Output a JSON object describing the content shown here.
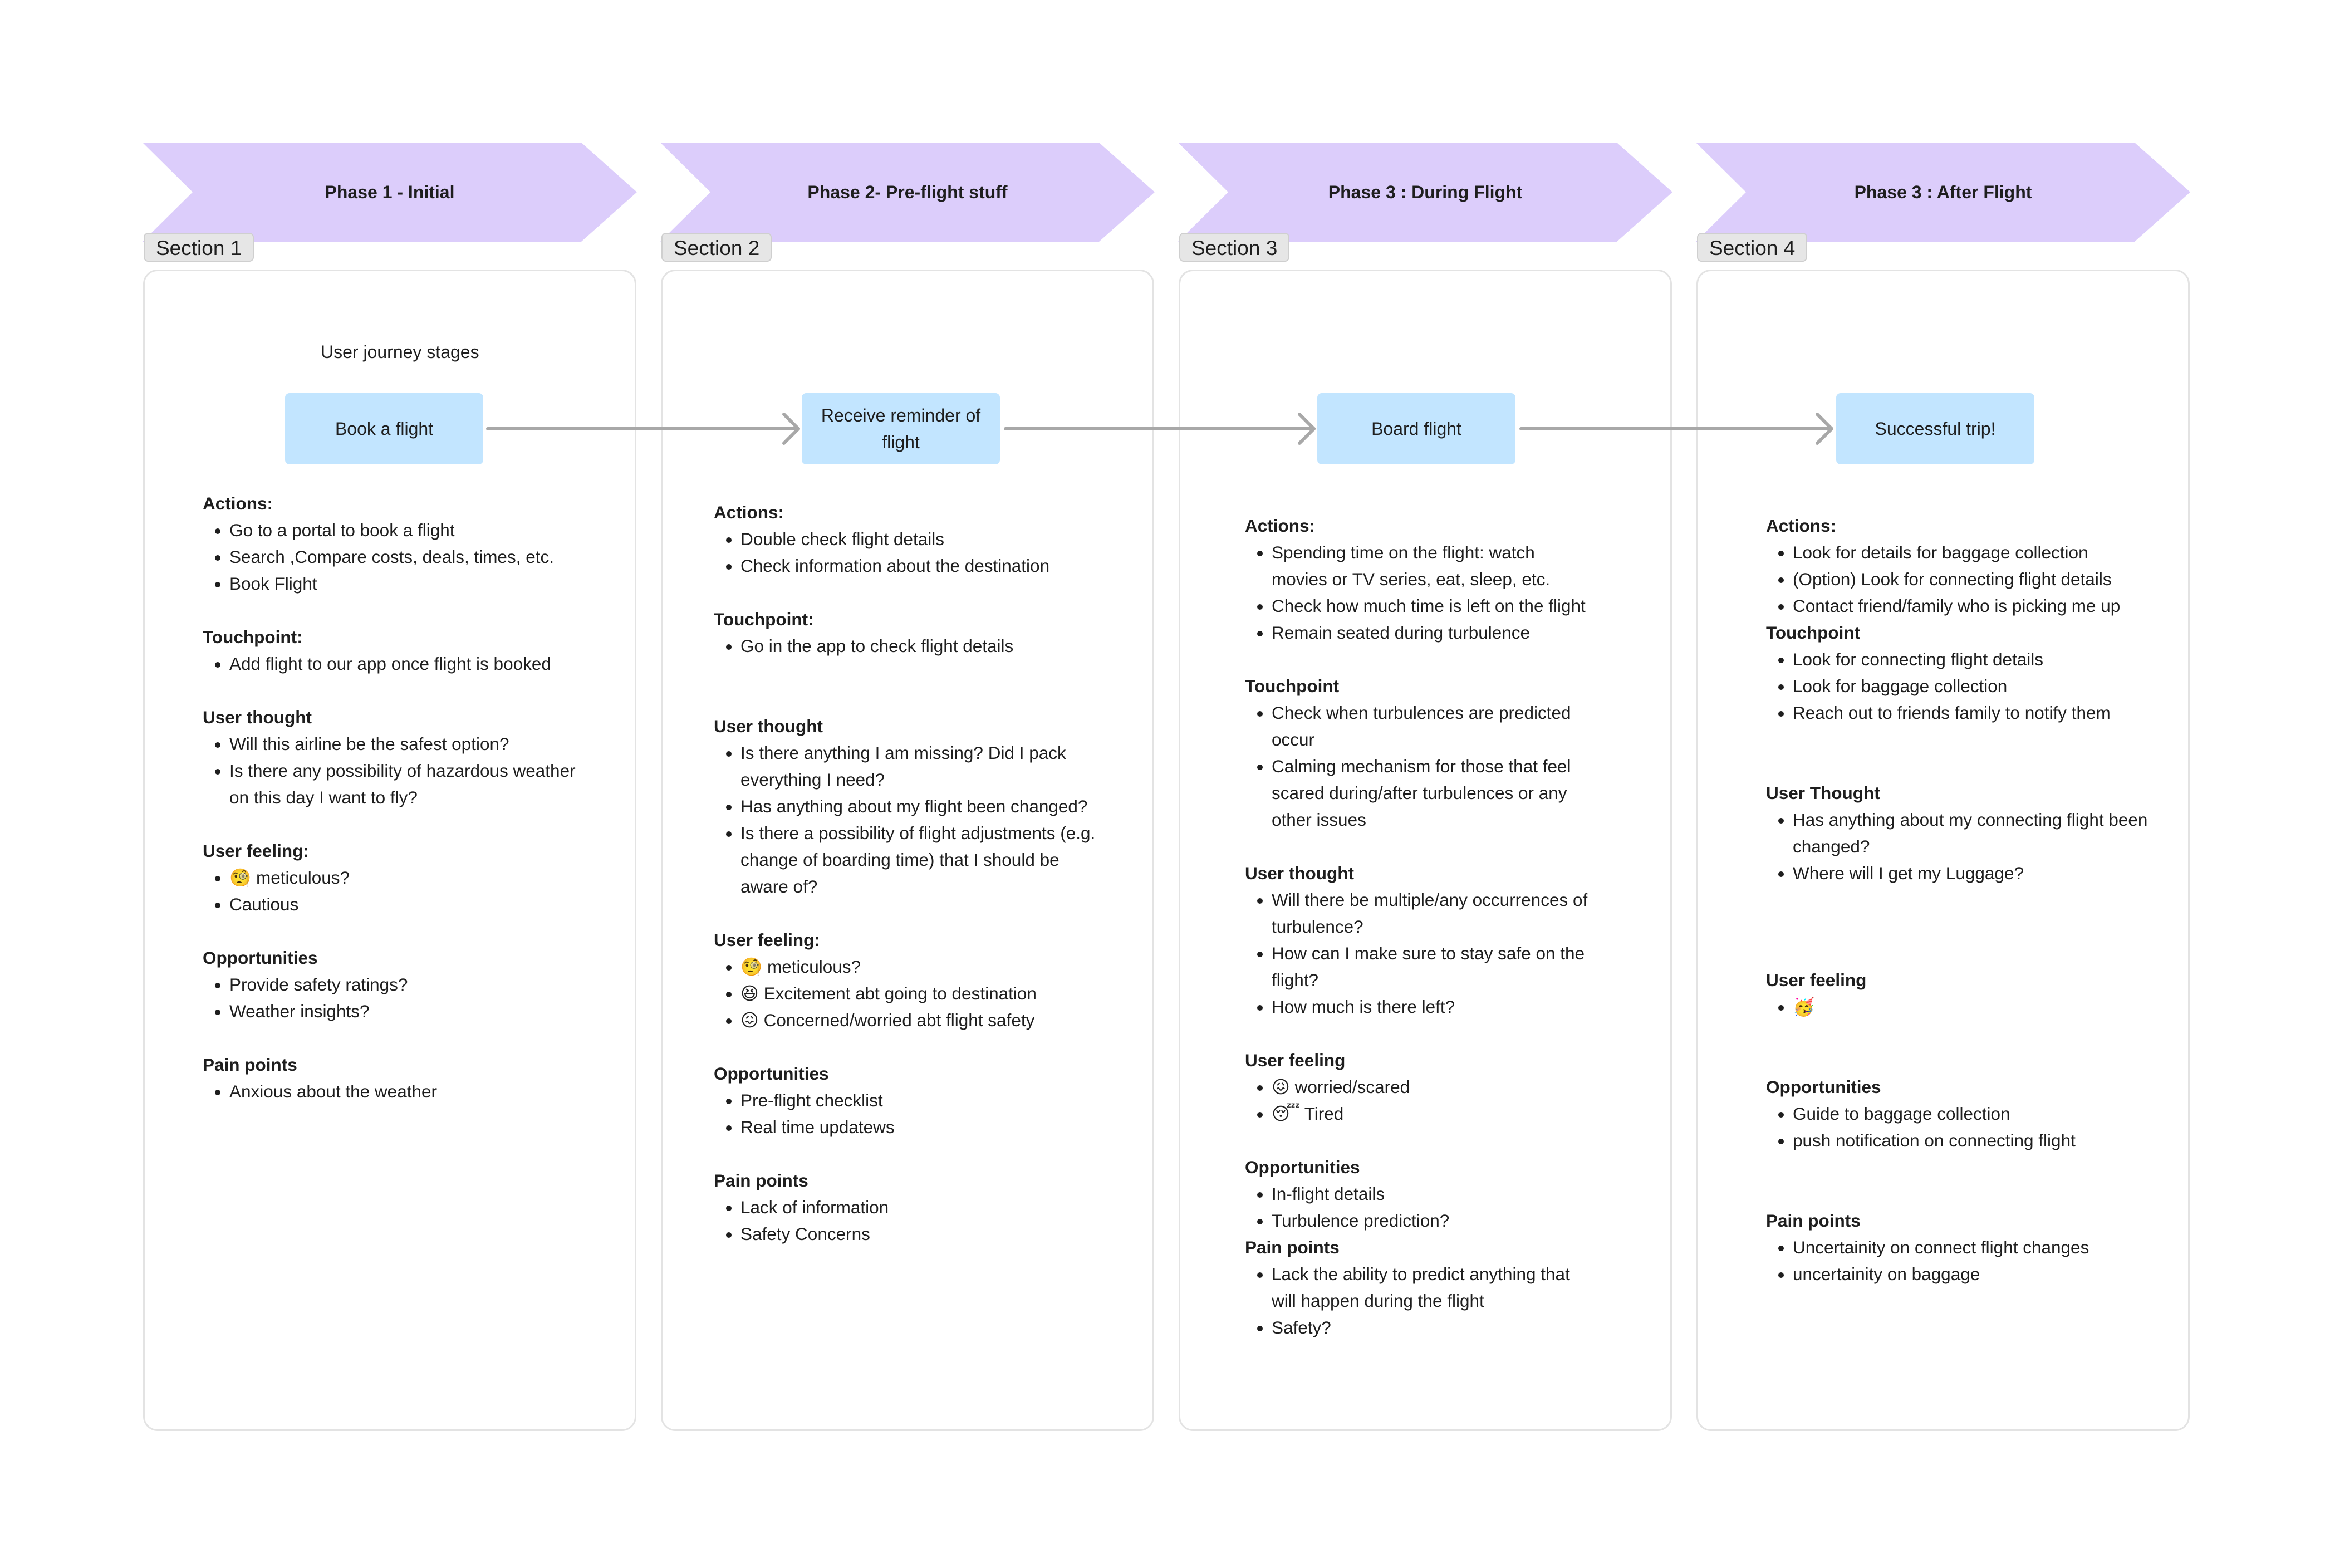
{
  "phases": [
    {
      "title": "Phase 1 - Initial"
    },
    {
      "title": "Phase 2- Pre-flight stuff"
    },
    {
      "title": "Phase 3 : During Flight"
    },
    {
      "title": "Phase 3 : After Flight"
    }
  ],
  "sections": [
    "Section 1",
    "Section 2",
    "Section 3",
    "Section 4"
  ],
  "stages_label": "User journey stages",
  "stages": [
    "Book a flight",
    "Receive reminder of flight",
    "Board flight",
    "Successful trip!"
  ],
  "columns": [
    {
      "groups": [
        {
          "title": "Actions:",
          "items": [
            "Go to a portal to book a flight",
            "Search ,Compare costs, deals, times, etc.",
            "Book Flight"
          ]
        },
        {
          "title": "Touchpoint:",
          "items": [
            "Add flight to our app once flight is booked"
          ]
        },
        {
          "title": "User thought",
          "items": [
            "Will this airline be the safest option?",
            "Is there any possibility of hazardous weather on this day I want to fly?"
          ]
        },
        {
          "title": "User feeling:",
          "items": [
            "🧐 meticulous?",
            "Cautious"
          ]
        },
        {
          "title": "Opportunities",
          "items": [
            "Provide safety ratings?",
            "Weather insights?"
          ]
        },
        {
          "title": "Pain points",
          "items": [
            "Anxious about the weather"
          ]
        }
      ]
    },
    {
      "groups": [
        {
          "title": "Actions:",
          "items": [
            "Double check flight details",
            "Check information about the destination"
          ]
        },
        {
          "title": "Touchpoint:",
          "items": [
            "Go in the app to check flight details"
          ]
        },
        {
          "title": "User thought",
          "items": [
            "Is there anything I am missing? Did I pack everything I need?",
            "Has anything about my flight been changed?",
            "Is there a possibility of flight adjustments (e.g. change of boarding time) that I should be aware of?"
          ]
        },
        {
          "title": "User feeling:",
          "items": [
            "🧐 meticulous?",
            "😆 Excitement abt going to destination",
            "😖 Concerned/worried abt flight safety"
          ]
        },
        {
          "title": "Opportunities",
          "items": [
            "Pre-flight checklist",
            "Real time updatews"
          ]
        },
        {
          "title": "Pain points",
          "items": [
            "Lack of information",
            "Safety Concerns"
          ]
        }
      ]
    },
    {
      "groups": [
        {
          "title": "Actions:",
          "items": [
            "Spending time on the flight: watch movies or TV series, eat, sleep, etc.",
            "Check how much time is left on the flight",
            "Remain seated during turbulence"
          ]
        },
        {
          "title": "Touchpoint",
          "items": [
            "Check when turbulences are predicted occur",
            "Calming mechanism for those that feel scared during/after turbulences or any other issues"
          ]
        },
        {
          "title": "User thought",
          "items": [
            "Will there be multiple/any occurrences of turbulence?",
            "How can I make sure to stay safe on the flight?",
            "How much is there left?"
          ]
        },
        {
          "title": "User feeling",
          "items": [
            "😖 worried/scared",
            "😴 Tired"
          ]
        },
        {
          "title": "Opportunities",
          "items": [
            "In-flight details",
            "Turbulence prediction?"
          ]
        },
        {
          "title": "Pain points",
          "items": [
            "Lack the ability to predict anything that will happen during the flight",
            "Safety?"
          ]
        }
      ]
    },
    {
      "groups": [
        {
          "title": "Actions:",
          "items": [
            "Look for details for baggage collection",
            "(Option) Look for connecting flight details",
            "Contact friend/family who is picking me up"
          ]
        },
        {
          "title": "Touchpoint",
          "items": [
            "Look for connecting flight details",
            "Look for baggage collection",
            "Reach out to friends family to notify them"
          ]
        },
        {
          "title": "User Thought",
          "items": [
            "Has anything about my connecting flight been changed?",
            "Where will I get my Luggage?"
          ]
        },
        {
          "title": "User feeling",
          "items": [
            "🥳"
          ]
        },
        {
          "title": "Opportunities",
          "items": [
            "Guide to baggage collection",
            "push notification on connecting flight"
          ]
        },
        {
          "title": "Pain points",
          "items": [
            "Uncertainity on connect flight changes",
            "uncertainity on baggage"
          ]
        }
      ]
    }
  ],
  "colors": {
    "phase_fill": "#dccdfb",
    "stage_fill": "#c2e5ff",
    "arrow": "#a8a8a8",
    "border": "#e3e3e3"
  }
}
